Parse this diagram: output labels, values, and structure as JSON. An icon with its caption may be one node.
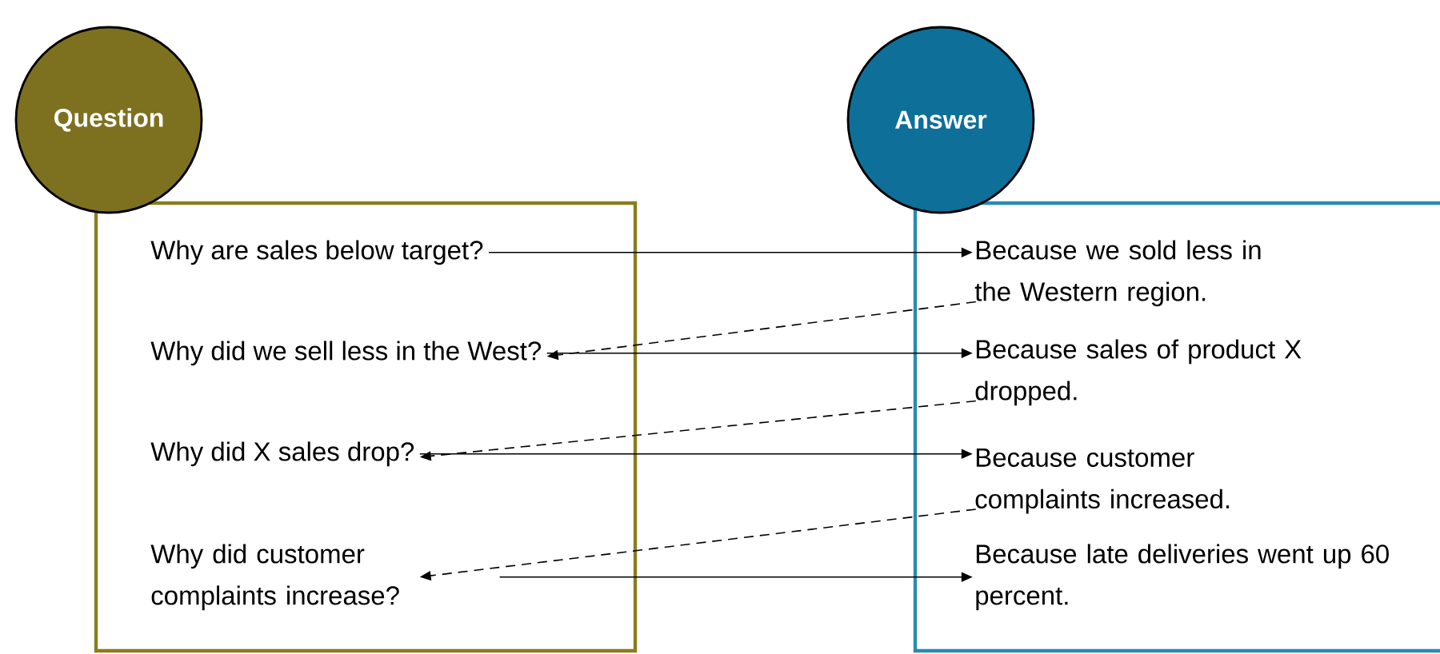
{
  "diagram": {
    "nodes": [
      {
        "text": [
          "Question"
        ]
      },
      {
        "text": [
          "Answer"
        ]
      },
      {
        "text": [],
        "shape": "box"
      },
      {
        "text": [],
        "shape": "box"
      },
      {
        "text": [
          "Why are sales below target?"
        ],
        "in": 2
      },
      {
        "text": [
          "Why did we sell less in the West?"
        ],
        "in": 2
      },
      {
        "text": [
          "Why did X sales drop?"
        ],
        "in": 2
      },
      {
        "text": [
          "Why did customer complaints increase?"
        ],
        "in": 2
      },
      {
        "text": [
          "Because we sold less in the Western region."
        ],
        "in": 3
      },
      {
        "text": [
          "Because sales of product X dropped."
        ],
        "in": 3
      },
      {
        "text": [
          "Because customer complaints increased."
        ],
        "in": 3
      },
      {
        "text": [
          "Because late deliveries went up 60 percent."
        ],
        "in": 3
      }
    ],
    "edges": [
      {
        "from": 4,
        "to": 8,
        "arrow": "to"
      },
      {
        "from": 8,
        "to": 5,
        "arrow": "to",
        "style": "dashed"
      },
      {
        "from": 5,
        "to": 9,
        "arrow": "to"
      },
      {
        "from": 9,
        "to": 6,
        "arrow": "to",
        "style": "dashed"
      },
      {
        "from": 6,
        "to": 10,
        "arrow": "to"
      },
      {
        "from": 10,
        "to": 7,
        "arrow": "to",
        "style": "dashed"
      },
      {
        "from": 7,
        "to": 11,
        "arrow": "to"
      }
    ]
  }
}
